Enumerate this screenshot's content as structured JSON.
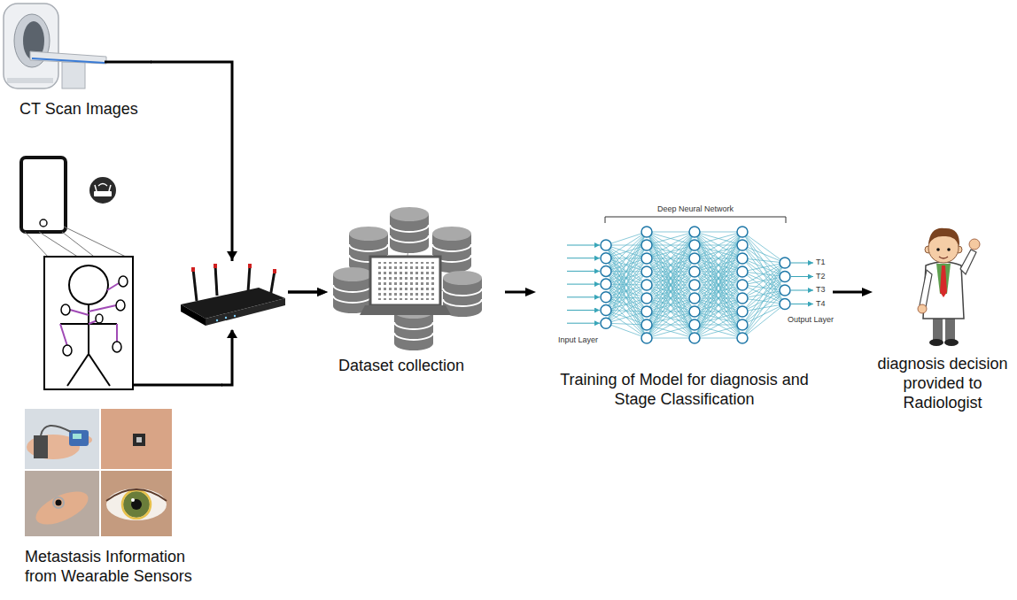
{
  "diagram": {
    "nodes": [
      {
        "text": [
          "CT Scan Images"
        ]
      },
      {
        "text": [
          "Metastasis Information from Wearable Sensors"
        ]
      },
      {
        "text": [
          "Dataset collection"
        ]
      },
      {
        "text": [
          "Training of Model for diagnosis and Stage Classification"
        ]
      },
      {
        "text": [
          "diagnosis decision provided to Radiologist"
        ]
      }
    ],
    "edges": [
      {
        "from": 0,
        "to": 2,
        "arrow": "to"
      },
      {
        "from": 1,
        "to": 2,
        "arrow": "to"
      },
      {
        "from": 2,
        "to": 3,
        "arrow": "to"
      },
      {
        "from": 3,
        "to": 4,
        "arrow": "to"
      }
    ],
    "labels": [
      "Deep Neural Network",
      "Input Layer",
      "Output Layer",
      "T1",
      "T2",
      "T3",
      "T4"
    ]
  }
}
